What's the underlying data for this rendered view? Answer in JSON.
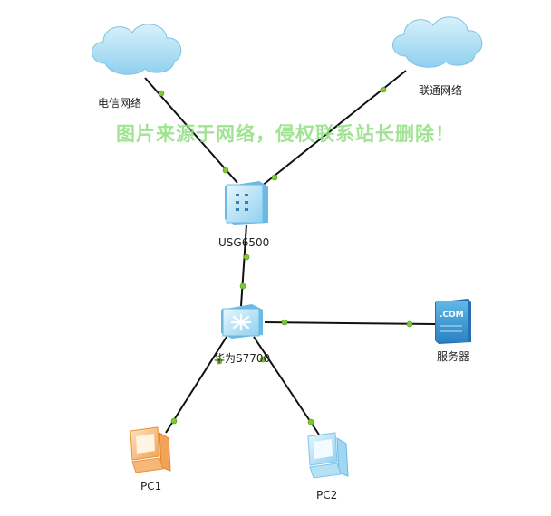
{
  "nodes": {
    "telecom": {
      "label": "电信网络",
      "kind": "cloud"
    },
    "unicom": {
      "label": "联通网络",
      "kind": "cloud"
    },
    "firewall": {
      "label": "USG6500",
      "kind": "firewall"
    },
    "core_switch": {
      "label": "华为S7700",
      "kind": "switch"
    },
    "server": {
      "label": "服务器",
      "kind": "server",
      "badge": ".COM"
    },
    "pc1": {
      "label": "PC1",
      "kind": "pc"
    },
    "pc2": {
      "label": "PC2",
      "kind": "pc"
    }
  },
  "links": [
    {
      "from": "telecom",
      "to": "firewall"
    },
    {
      "from": "unicom",
      "to": "firewall"
    },
    {
      "from": "firewall",
      "to": "core_switch"
    },
    {
      "from": "core_switch",
      "to": "server"
    },
    {
      "from": "core_switch",
      "to": "pc1"
    },
    {
      "from": "core_switch",
      "to": "pc2"
    }
  ],
  "watermark": "图片来源于网络，侵权联系站长删除！",
  "colors": {
    "link": "#111111",
    "port": "#7ec832",
    "device_blue": "#8fd0ef",
    "pc1_orange": "#f5b06a",
    "watermark": "#8fe07f"
  }
}
